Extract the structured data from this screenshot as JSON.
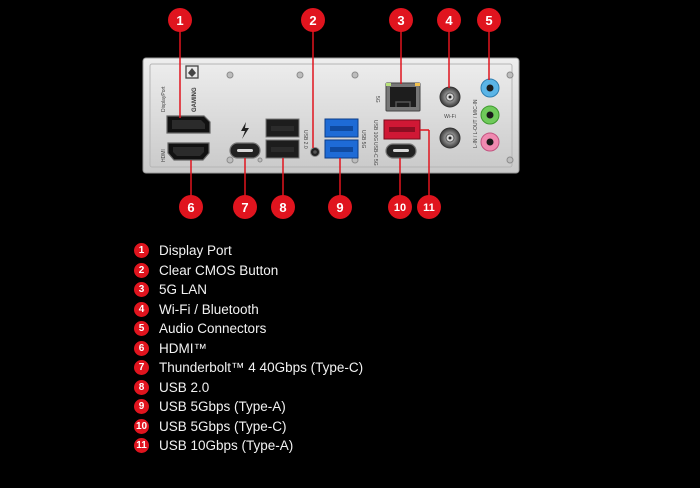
{
  "callouts": [
    {
      "n": "1",
      "label": "Display Port"
    },
    {
      "n": "2",
      "label": "Clear CMOS Button"
    },
    {
      "n": "3",
      "label": "5G LAN"
    },
    {
      "n": "4",
      "label": "Wi-Fi / Bluetooth"
    },
    {
      "n": "5",
      "label": "Audio Connectors"
    },
    {
      "n": "6",
      "label": "HDMI™"
    },
    {
      "n": "7",
      "label": "Thunderbolt™ 4 40Gbps (Type-C)"
    },
    {
      "n": "8",
      "label": "USB 2.0"
    },
    {
      "n": "9",
      "label": "USB 5Gbps (Type-A)"
    },
    {
      "n": "10",
      "label": "USB 5Gbps (Type-C)"
    },
    {
      "n": "11",
      "label": "USB 10Gbps (Type-A)"
    }
  ],
  "panel_text": {
    "gaming": "GAMING",
    "displayport": "DisplayPort",
    "hdmi": "HDMI",
    "usb20": "USB 2.0",
    "usb5g": "USB 5G",
    "usbc_5g": "USB-C 5G",
    "usb10g": "USB 10G",
    "lan": "5G",
    "wifi": "Wi-Fi",
    "audio": "L-IN / L-OUT / MIC-IN"
  },
  "colors": {
    "callout_red": "#e0141e",
    "panel_bg": "#dcdcdc",
    "usb20_port": "#2b2b2b",
    "usb5g_port": "#1e6bd6",
    "usb10g_port": "#d01835",
    "audio_blue": "#5ab4e6",
    "audio_green": "#6fca5a",
    "audio_pink": "#f08ab0"
  }
}
